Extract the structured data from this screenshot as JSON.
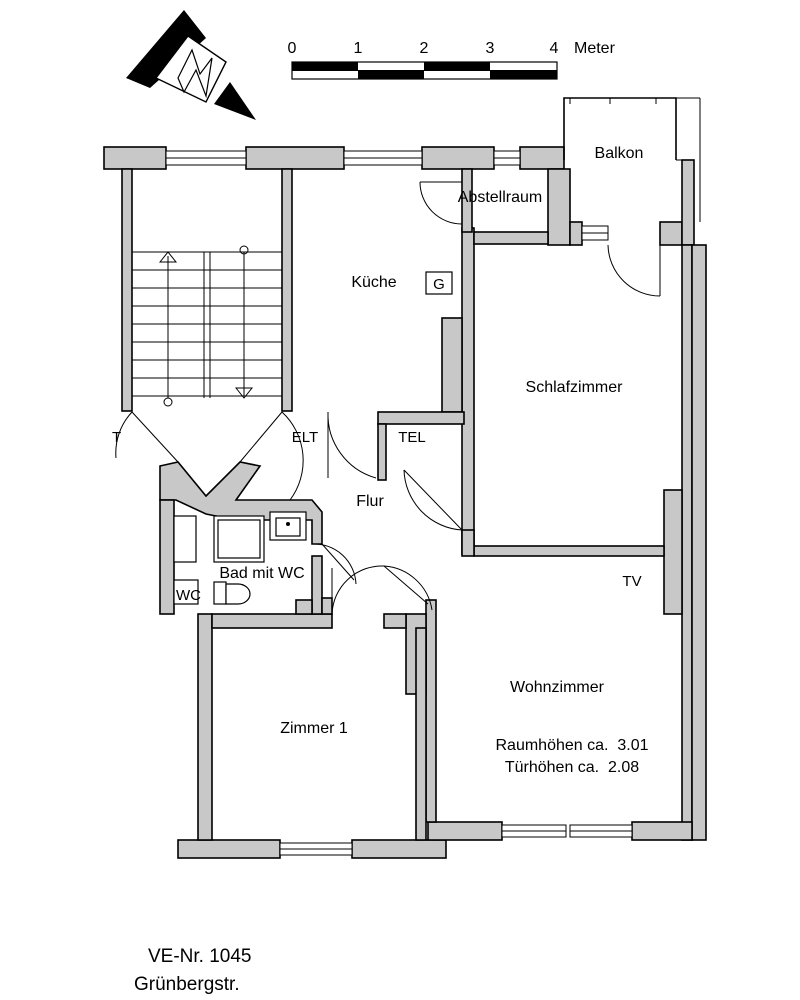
{
  "scale_bar": {
    "ticks": [
      "0",
      "1",
      "2",
      "3",
      "4"
    ],
    "unit": "Meter"
  },
  "rooms": {
    "balkon": "Balkon",
    "abstellraum": "Abstellraum",
    "kueche": "Küche",
    "gas_marker": "G",
    "schlafzimmer": "Schlafzimmer",
    "elt": "ELT",
    "tel": "TEL",
    "flur": "Flur",
    "bad": "Bad mit WC",
    "wc_partial": "WC",
    "stair_partial": "T",
    "tv": "TV",
    "wohnzimmer": "Wohnzimmer",
    "zimmer1": "Zimmer 1"
  },
  "notes": {
    "raumhoehe": "Raumhöhen ca.  3.01",
    "tuerhoehe": "Türhöhen ca.  2.08"
  },
  "footer": {
    "ve_nr": "VE-Nr. 1045",
    "street": "Grünbergstr."
  },
  "colors": {
    "wall_fill": "#c8c8c8",
    "line": "#000000",
    "background": "#ffffff"
  }
}
